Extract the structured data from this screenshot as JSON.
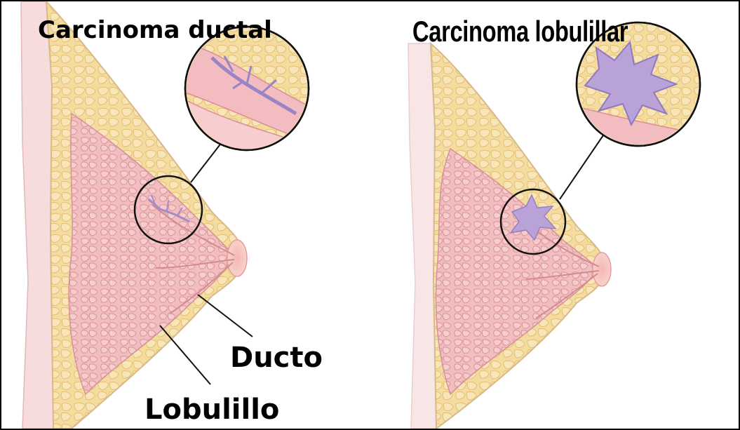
{
  "titles": {
    "ductal": "Carcinoma ductal",
    "lobular": "Carcinoma lobulillar"
  },
  "labels": {
    "ducto": "Ducto",
    "lobulillo": "Lobulillo"
  },
  "colors": {
    "fat": "#f4dc9e",
    "fat_outline": "#e4c27a",
    "lobule": "#f2bcc0",
    "lobule_outline": "#d98e98",
    "tumor": "#b8a2d8",
    "skin": "#f7cfc8",
    "chest_wall": "#f6dcdc",
    "line": "#111111"
  }
}
